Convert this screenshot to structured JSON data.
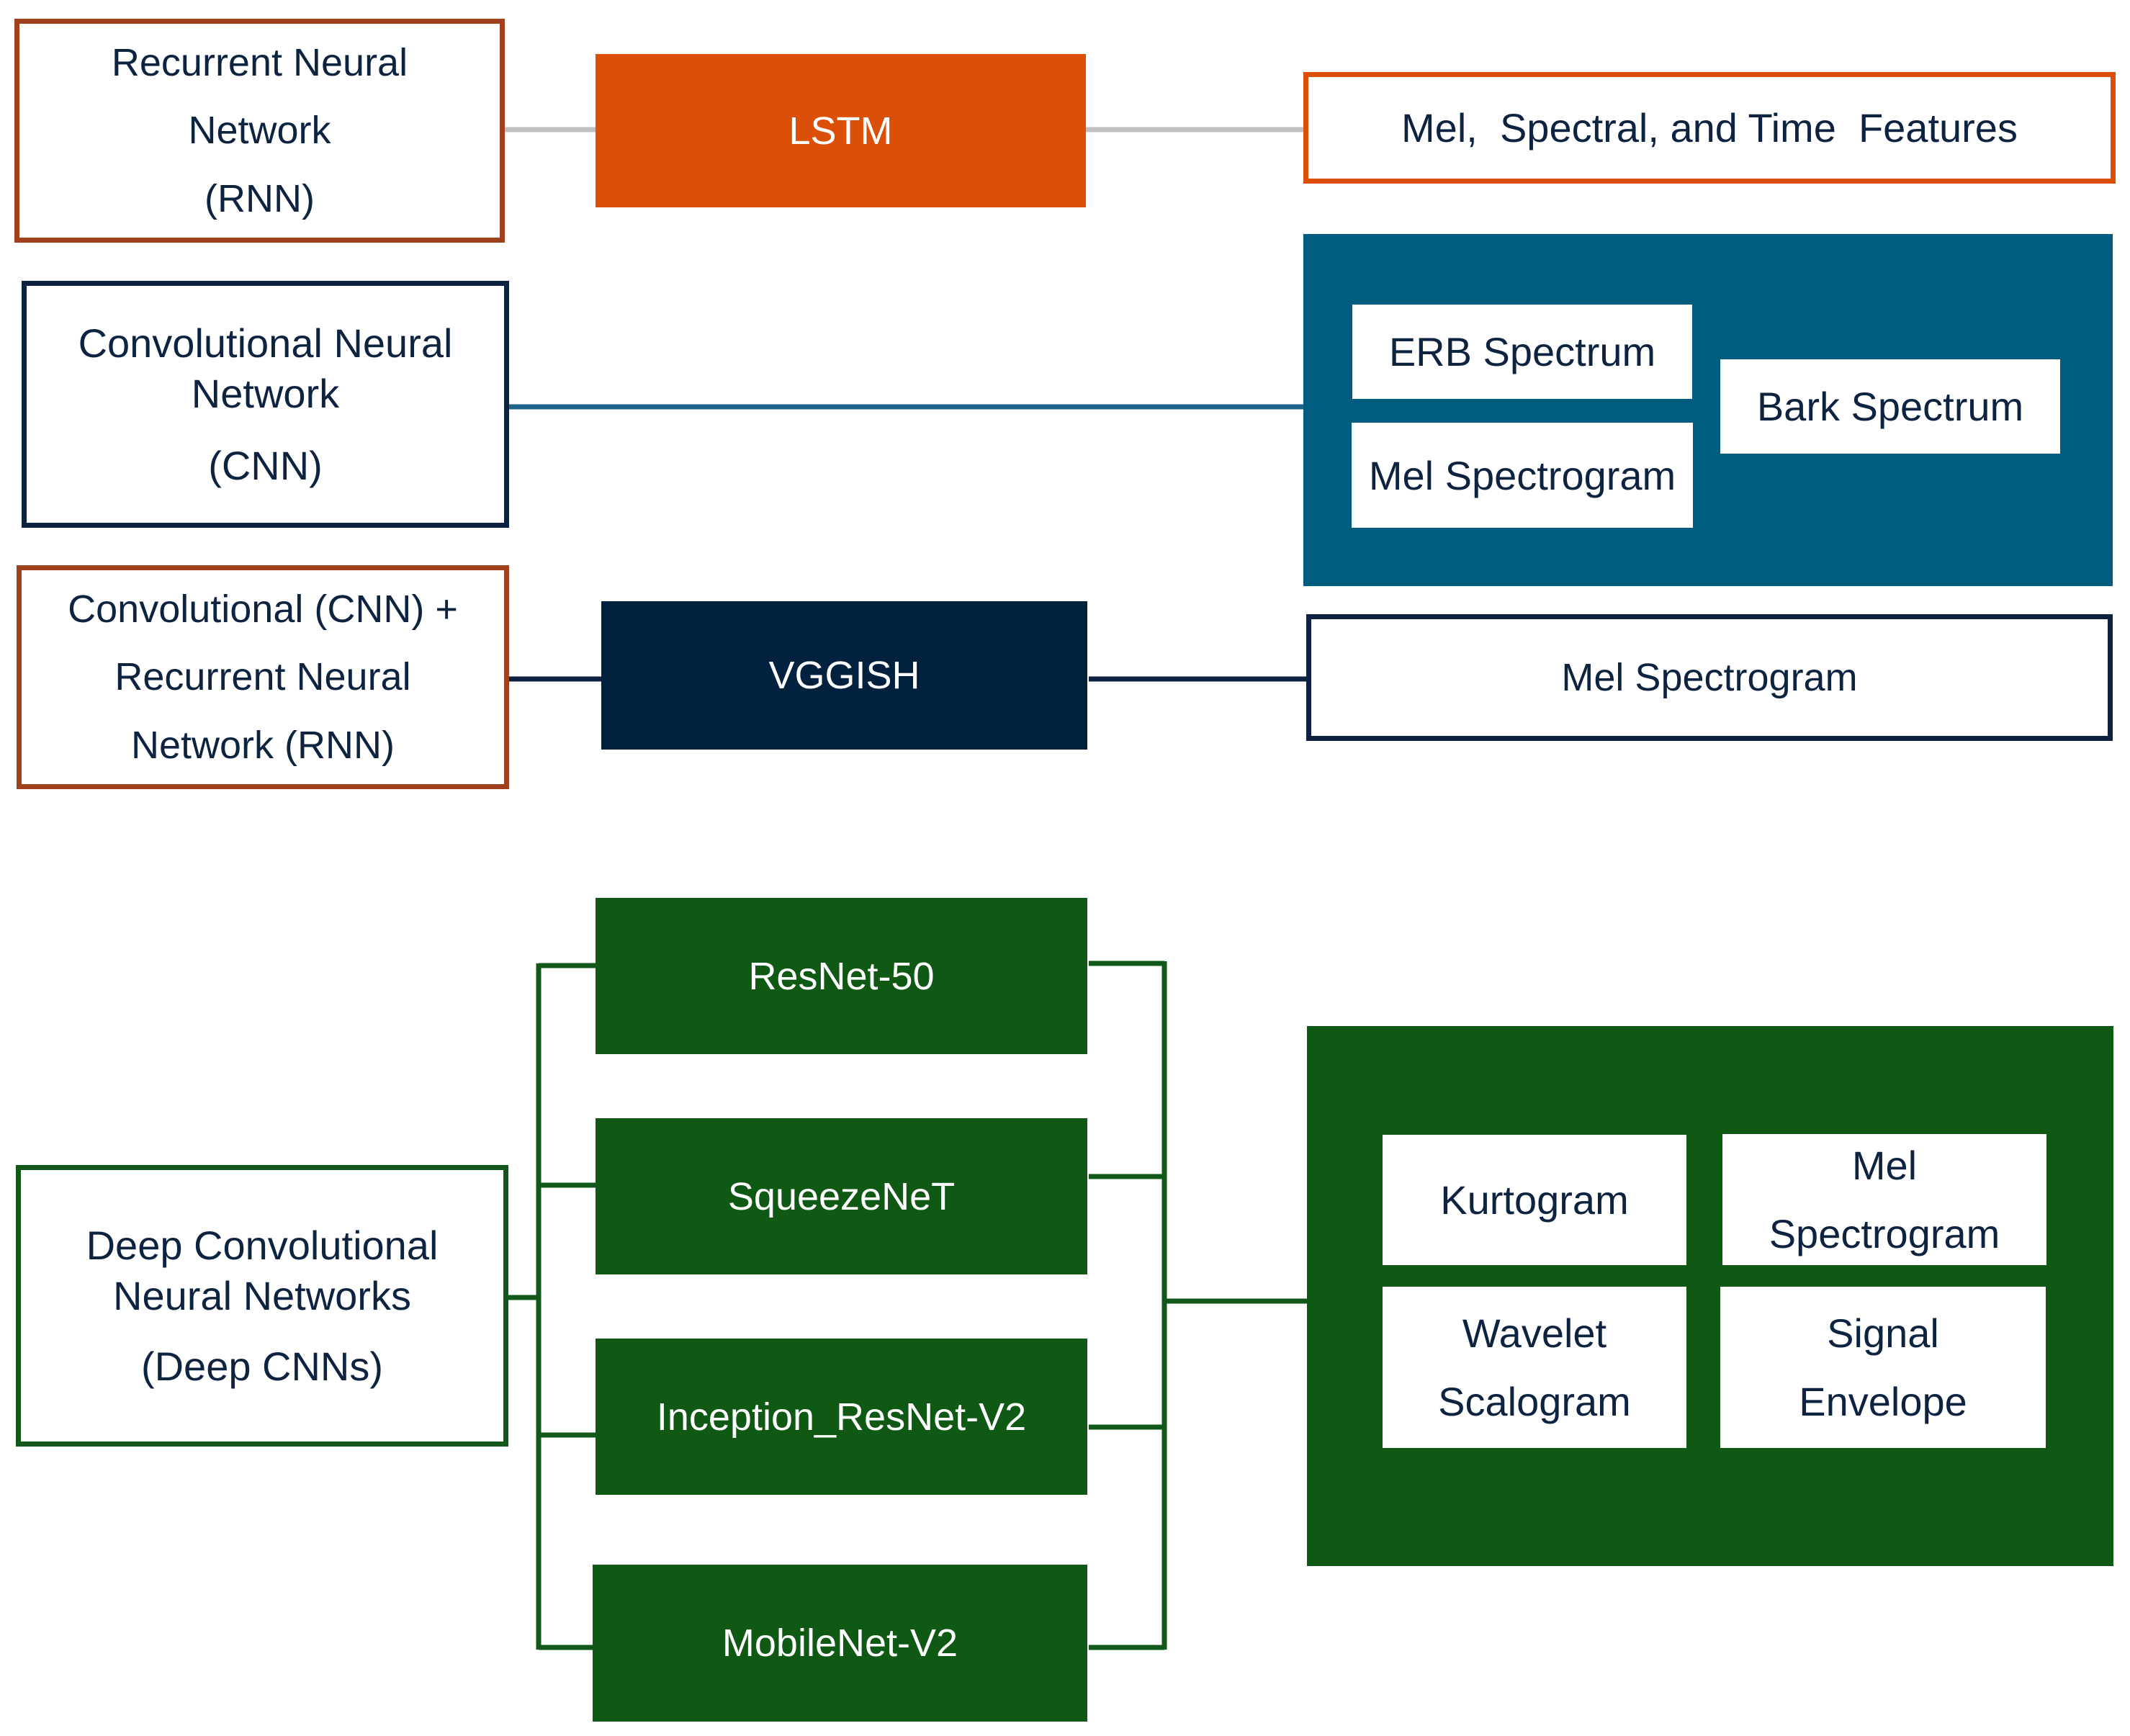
{
  "diagram": {
    "rows": [
      {
        "category": [
          "Recurrent Neural",
          "Network",
          "(RNN)"
        ],
        "model": "LSTM",
        "features": "Mel,  Spectral, and Time  Features"
      },
      {
        "category": [
          "Convolutional Neural",
          "Network",
          "(CNN)"
        ],
        "features": [
          "ERB Spectrum",
          "Mel Spectrogram",
          "Bark Spectrum"
        ]
      },
      {
        "category": [
          "Convolutional (CNN) +",
          "Recurrent Neural",
          "Network (RNN)"
        ],
        "model": "VGGISH",
        "features": "Mel Spectrogram"
      },
      {
        "category": [
          "Deep Convolutional",
          "Neural Networks",
          "(Deep CNNs)"
        ],
        "models": [
          "ResNet-50",
          "SqueezeNeT",
          "Inception_ResNet-V2",
          "MobileNet-V2"
        ],
        "features": [
          [
            "Kurtogram"
          ],
          [
            "Mel",
            "Spectrogram"
          ],
          [
            "Wavelet",
            "Scalogram"
          ],
          [
            "Signal",
            "Envelope"
          ]
        ]
      }
    ],
    "colors": {
      "rnn_border": "#a0401c",
      "lstm": "#dc4f08",
      "cnn_border": "#0f2140",
      "cnn_features_panel": "#005d80",
      "vggish": "#01213f",
      "deep_cnn": "#0f5915",
      "connector_gray": "#c0c0c0",
      "connector_blue": "#1e6389"
    }
  }
}
